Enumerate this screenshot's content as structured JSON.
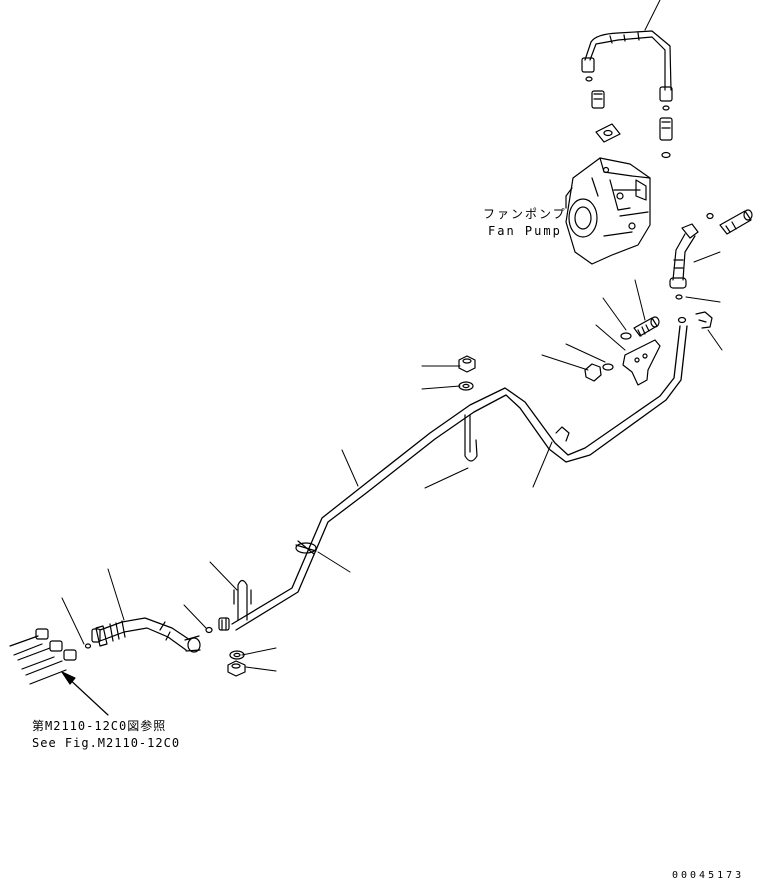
{
  "labels": {
    "fan_pump_jp": "ファンポンプ",
    "fan_pump_en": "Fan Pump",
    "reference_jp": "第M2110-12C0図参照",
    "reference_en": "See Fig.M2110-12C0",
    "drawing_number": "00045173"
  }
}
